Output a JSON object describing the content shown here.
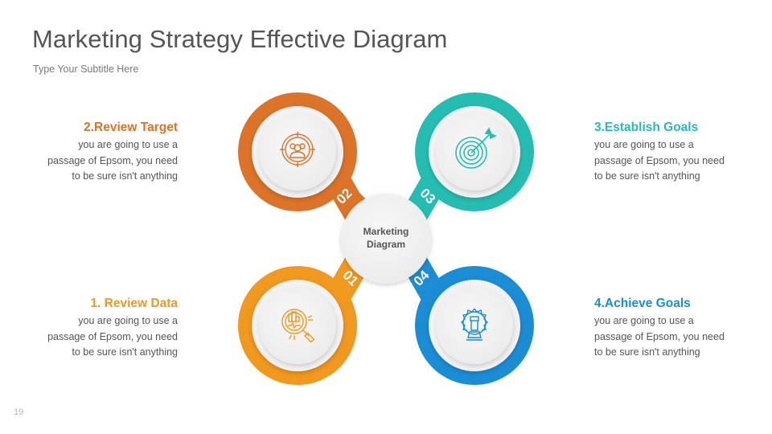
{
  "header": {
    "title": "Marketing Strategy Effective Diagram",
    "subtitle": "Type Your Subtitle Here"
  },
  "page_number": "19",
  "center": {
    "line1": "Marketing",
    "line2": "Diagram"
  },
  "steps": [
    {
      "number": "01",
      "title": "1. Review Data",
      "line1": "you are going to use a",
      "line2": "passage of Epsom, you need",
      "line3": "to be sure isn't anything",
      "color": "#F1981F",
      "icon": "data-analysis-magnifier-icon"
    },
    {
      "number": "02",
      "title": "2.Review Target",
      "line1": "you are going to use a",
      "line2": "passage of Epsom, you need",
      "line3": "to be sure isn't anything",
      "color": "#DC7328",
      "icon": "target-audience-icon"
    },
    {
      "number": "03",
      "title": "3.Establish Goals",
      "line1": "you are going to use a",
      "line2": "passage of Epsom, you need",
      "line3": "to be sure isn't anything",
      "color": "#25BDB2",
      "icon": "bullseye-target-icon"
    },
    {
      "number": "04",
      "title": "4.Achieve Goals",
      "line1": "you are going to use a",
      "line2": "passage of Epsom, you need",
      "line3": "to be sure isn't anything",
      "color": "#1B8DD5",
      "icon": "strategy-gear-chess-icon"
    }
  ]
}
